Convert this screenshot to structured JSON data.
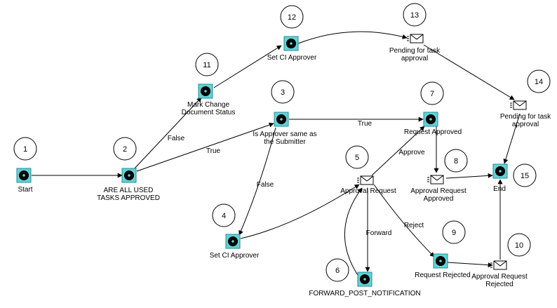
{
  "colors": {
    "activity_fill": "#5fd4d8",
    "line": "#000000"
  },
  "nodes": [
    {
      "id": "start",
      "type": "activity",
      "icon": "gear-icon",
      "number": "1",
      "label": [
        "Start"
      ]
    },
    {
      "id": "n2",
      "type": "activity",
      "icon": "gear-icon",
      "number": "2",
      "label": [
        "ARE ALL USED",
        "TASKS APPROVED"
      ]
    },
    {
      "id": "n11",
      "type": "activity",
      "icon": "gear-icon",
      "number": "11",
      "label": [
        "Mark Change",
        "Document Status"
      ]
    },
    {
      "id": "n12",
      "type": "activity",
      "icon": "gear-icon",
      "number": "12",
      "label": [
        "Set CI Approver"
      ]
    },
    {
      "id": "n13",
      "type": "notification",
      "icon": "envelope-icon",
      "number": "13",
      "label": [
        "Pending for task",
        "approval"
      ]
    },
    {
      "id": "n3",
      "type": "activity",
      "icon": "gear-icon",
      "number": "3",
      "label": [
        "Is Approver same as",
        "the Submitter"
      ]
    },
    {
      "id": "n14",
      "type": "notification",
      "icon": "envelope-icon",
      "number": "14",
      "label": [
        "Pending for task",
        "approval"
      ]
    },
    {
      "id": "n7",
      "type": "activity",
      "icon": "gear-icon",
      "number": "7",
      "label": [
        "Request Approved"
      ]
    },
    {
      "id": "n5",
      "type": "notification",
      "icon": "envelope-icon",
      "number": "5",
      "label": [
        "Approval Request"
      ]
    },
    {
      "id": "n8",
      "type": "notification",
      "icon": "envelope-icon",
      "number": "8",
      "label": [
        "Approval Request",
        "Approved"
      ]
    },
    {
      "id": "end",
      "type": "activity",
      "icon": "gear-icon",
      "number": "15",
      "label": [
        "End"
      ]
    },
    {
      "id": "n4",
      "type": "activity",
      "icon": "gear-icon",
      "number": "4",
      "label": [
        "Set CI Approver"
      ]
    },
    {
      "id": "n9",
      "type": "activity",
      "icon": "gear-icon",
      "number": "9",
      "label": [
        "Request Rejected"
      ]
    },
    {
      "id": "n10",
      "type": "notification",
      "icon": "envelope-icon",
      "number": "10",
      "label": [
        "Approval Request",
        "Rejected"
      ]
    },
    {
      "id": "n6",
      "type": "activity",
      "icon": "gear-icon",
      "number": "6",
      "label": [
        "FORWARD_POST_NOTIFICATION"
      ]
    }
  ],
  "edges": [
    {
      "from": "start",
      "to": "n2",
      "label": ""
    },
    {
      "from": "n2",
      "to": "n11",
      "label": "False"
    },
    {
      "from": "n11",
      "to": "n12",
      "label": ""
    },
    {
      "from": "n12",
      "to": "n13",
      "label": ""
    },
    {
      "from": "n13",
      "to": "n14",
      "label": ""
    },
    {
      "from": "n14",
      "to": "end",
      "label": ""
    },
    {
      "from": "n2",
      "to": "n3",
      "label": "True"
    },
    {
      "from": "n3",
      "to": "n7",
      "label": "True"
    },
    {
      "from": "n3",
      "to": "n4",
      "label": "False"
    },
    {
      "from": "n4",
      "to": "n5",
      "label": ""
    },
    {
      "from": "n5",
      "to": "n7",
      "label": "Approve"
    },
    {
      "from": "n7",
      "to": "n8",
      "label": ""
    },
    {
      "from": "n8",
      "to": "end",
      "label": ""
    },
    {
      "from": "n5",
      "to": "n6",
      "label": "Forward"
    },
    {
      "from": "n6",
      "to": "n5",
      "label": ""
    },
    {
      "from": "n5",
      "to": "n9",
      "label": "Reject"
    },
    {
      "from": "n9",
      "to": "n10",
      "label": ""
    },
    {
      "from": "n10",
      "to": "end",
      "label": ""
    }
  ]
}
